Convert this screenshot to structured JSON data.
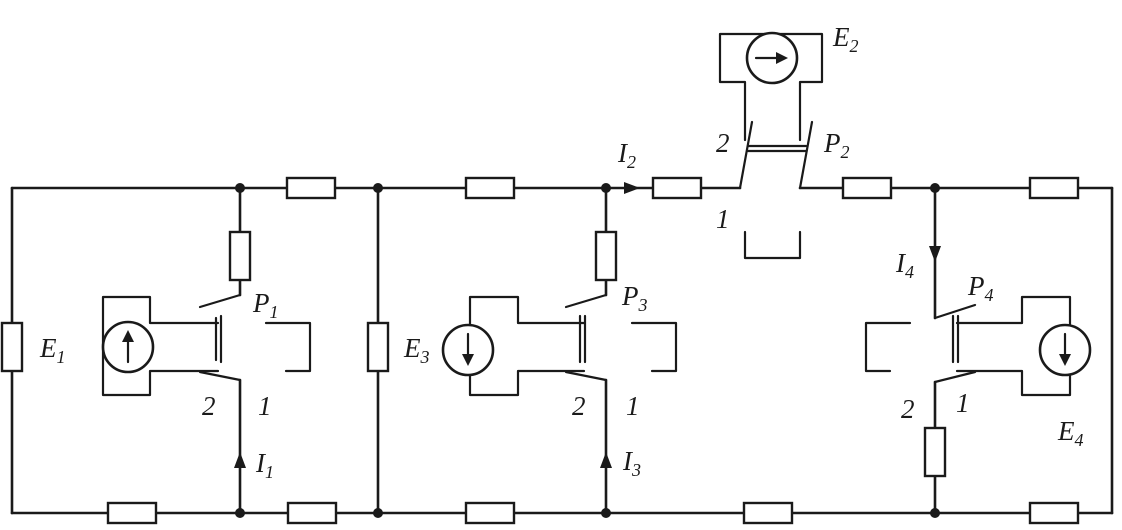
{
  "sources": {
    "e1": {
      "name": "E",
      "sub": "1"
    },
    "e2": {
      "name": "E",
      "sub": "2"
    },
    "e3": {
      "name": "E",
      "sub": "3"
    },
    "e4": {
      "name": "E",
      "sub": "4"
    }
  },
  "relays": {
    "p1": {
      "name": "P",
      "sub": "1"
    },
    "p2": {
      "name": "P",
      "sub": "2"
    },
    "p3": {
      "name": "P",
      "sub": "3"
    },
    "p4": {
      "name": "P",
      "sub": "4"
    }
  },
  "currents": {
    "i1": {
      "name": "I",
      "sub": "1"
    },
    "i2": {
      "name": "I",
      "sub": "2"
    },
    "i3": {
      "name": "I",
      "sub": "3"
    },
    "i4": {
      "name": "I",
      "sub": "4"
    }
  },
  "positions": {
    "one": "1",
    "two": "2"
  }
}
